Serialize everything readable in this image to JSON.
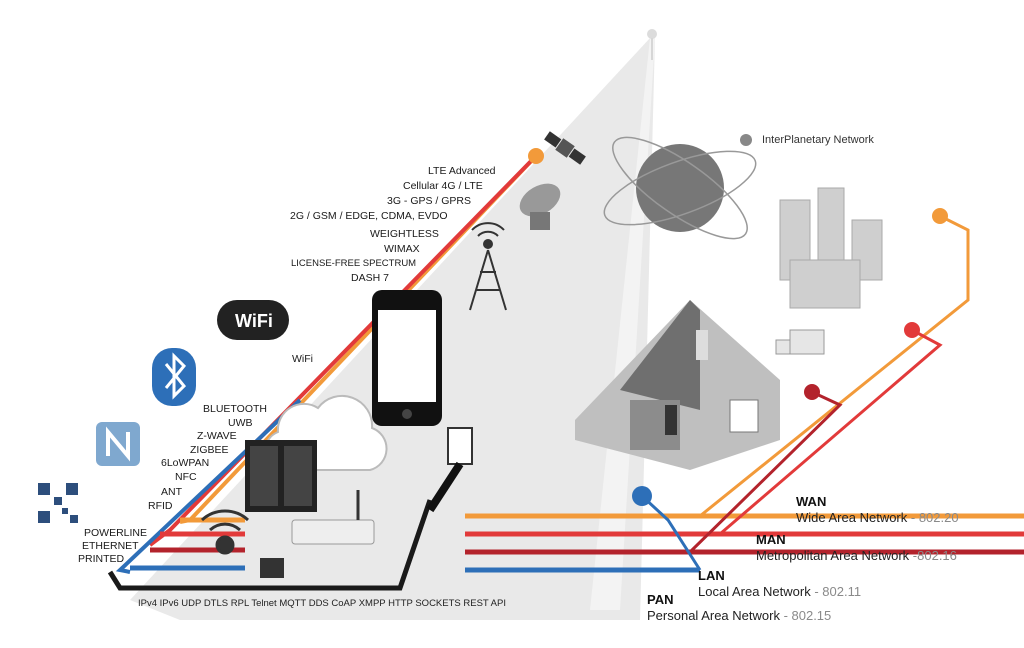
{
  "cellular": {
    "items": [
      "LTE Advanced",
      "Cellular 4G / LTE",
      "3G - GPS / GPRS",
      "2G / GSM / EDGE, CDMA, EVDO",
      "WEIGHTLESS",
      "WIMAX",
      "LICENSE-FREE SPECTRUM",
      "DASH 7"
    ]
  },
  "wifi": {
    "logo_text": "WiFi",
    "label": "WiFi"
  },
  "short_range": {
    "items": [
      "BLUETOOTH",
      "UWB",
      "Z-WAVE",
      "ZIGBEE",
      "6LoWPAN",
      "NFC",
      "ANT",
      "RFID"
    ]
  },
  "wired": {
    "items": [
      "POWERLINE",
      "ETHERNET",
      "PRINTED"
    ]
  },
  "protocols": "IPv4 IPv6 UDP DTLS RPL Telnet MQTT DDS CoAP XMPP HTTP SOCKETS REST API",
  "interplanetary": "InterPlanetary Network",
  "networks": [
    {
      "abbr": "WAN",
      "name": "Wide Area Network",
      "code": " - 802.20",
      "color": "#f29a3a"
    },
    {
      "abbr": "MAN",
      "name": "Metropolitan Area Network",
      "code": " -802.16",
      "color": "#e23a3a"
    },
    {
      "abbr": "LAN",
      "name": "Local Area Network",
      "code": " - 802.11",
      "color": "#c9232f"
    },
    {
      "abbr": "PAN",
      "name": "Personal Area Network",
      "code": " - 802.15",
      "color": "#2d6fb8"
    }
  ],
  "colors": {
    "wan": "#f29a3a",
    "man": "#e23a3a",
    "lan": "#b3232c",
    "pan": "#2d6fb8",
    "wired": "#1a1a1a",
    "beam": "#e6e6e6"
  }
}
